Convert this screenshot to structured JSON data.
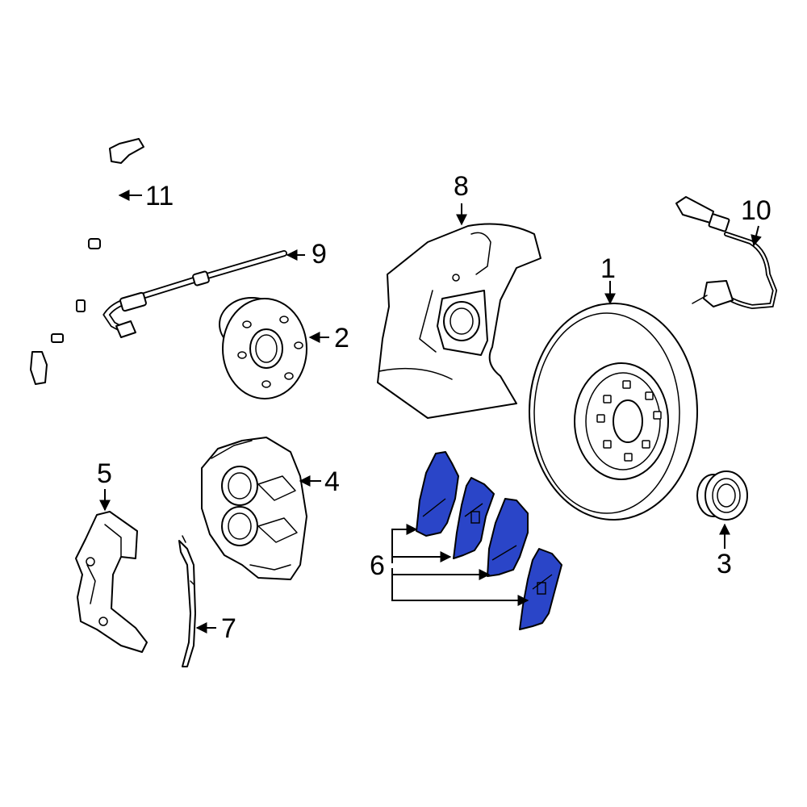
{
  "callouts": {
    "c1": "1",
    "c2": "2",
    "c3": "3",
    "c4": "4",
    "c5": "5",
    "c6": "6",
    "c7": "7",
    "c8": "8",
    "c9": "9",
    "c10": "10",
    "c11": "11"
  },
  "colors": {
    "highlight": "#2a45c8",
    "line": "#000000",
    "background": "#ffffff"
  }
}
